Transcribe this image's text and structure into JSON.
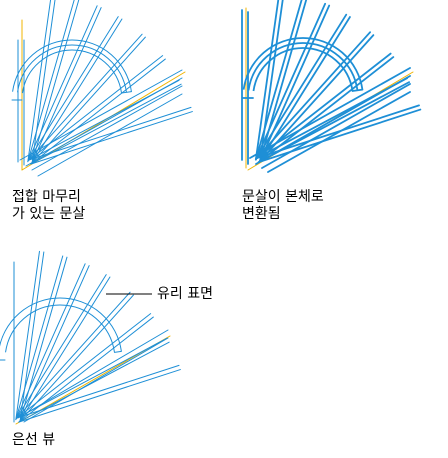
{
  "panels": [
    {
      "id": "mitered",
      "caption_lines": [
        "접합 마무리",
        "가 있는 문살"
      ]
    },
    {
      "id": "body-converted",
      "caption_lines": [
        "문살이 본체로",
        "변환됨"
      ]
    },
    {
      "id": "hidden-line",
      "caption_lines": [
        "은선 뷰"
      ]
    }
  ],
  "callout": {
    "label": "유리 표면"
  },
  "colors": {
    "line": "#1e8fd6",
    "frame": "#f0b400",
    "text": "#000000"
  }
}
